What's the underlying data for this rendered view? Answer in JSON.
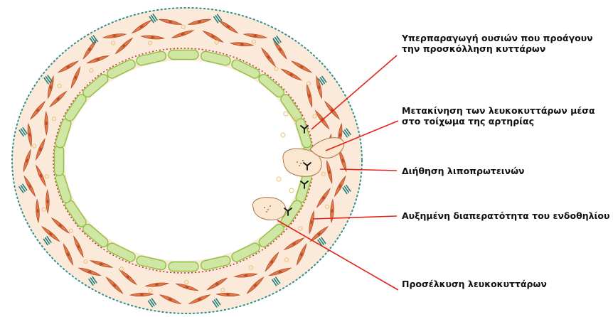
{
  "colors": {
    "outer_layer_fill": "#fbe9da",
    "outer_dots": "#2f8f8c",
    "smooth_muscle_fill": "#e07a4a",
    "smooth_muscle_stroke": "#b84a22",
    "endothelial_fill": "#cfe6a4",
    "endothelial_stroke": "#8fbf3e",
    "elastic_lamina": "#c4323a",
    "fibroblast_marks": "#1e7f7a",
    "leukocyte_fill": "#fbe6cf",
    "leukocyte_stroke": "#a8774a",
    "lipoprotein_circles": "#e8c27a",
    "callout_line": "#e1251b",
    "label_text": "#111111"
  },
  "labels": {
    "label_1": "Υπερπαραγωγή ουσιών που προάγουν την προσκόλληση κυττάρων",
    "label_2": "Μετακίνηση των λευκοκυττάρων μέσα στο τοίχωμα της αρτηρίας",
    "label_3": "Διήθηση λιποπρωτεινών",
    "label_4": "Αυξημένη διαπερατότητα του ενδοθηλίου",
    "label_5": "Προσέλκυση λευκοκυττάρων"
  },
  "parts": {
    "outer_layer": "adventitia",
    "middle_layer": "smooth-muscle",
    "inner_layer": "endothelium",
    "lumen": "lumen"
  }
}
